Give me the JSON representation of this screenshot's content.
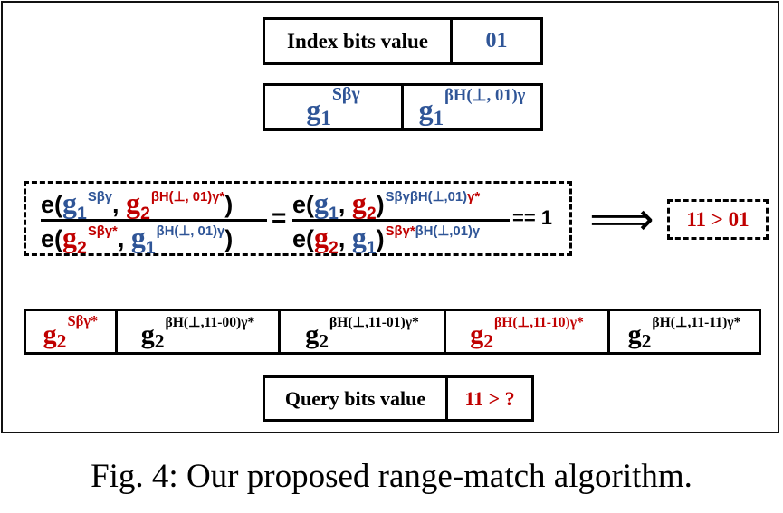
{
  "index_box": {
    "label": "Index bits value",
    "value": "01"
  },
  "token_box": {
    "cell1": {
      "base": "g",
      "sub": "1",
      "sup": "Sβγ"
    },
    "cell2": {
      "base": "g",
      "sub": "1",
      "sup": "βH(⊥, 01)γ"
    }
  },
  "equation": {
    "e_open": "e(",
    "comma": ", ",
    "close": ")",
    "num_left": {
      "t1_base": "g",
      "t1_sub": "1",
      "t1_sup": "Sβγ",
      "t2_base": "g",
      "t2_sub": "2",
      "t2_sup": "βH(⊥, 01)γ*"
    },
    "den_left": {
      "t1_base": "g",
      "t1_sub": "2",
      "t1_sup": "Sβγ*",
      "t2_base": "g",
      "t2_sub": "1",
      "t2_sup": "βH(⊥, 01)γ"
    },
    "equals": "=",
    "num_right": {
      "t1_base": "g",
      "t1_sub": "1",
      "t2_base": "g",
      "t2_sub": "2",
      "sup_blue": "SβγβH(⊥,01)",
      "sup_red": "γ*"
    },
    "den_right": {
      "t1_base": "g",
      "t1_sub": "2",
      "t2_base": "g",
      "t2_sub": "1",
      "sup_red": "Sβγ*",
      "sup_blue": "βH(⊥,01)γ"
    },
    "result": "== 1"
  },
  "arrow": "⟹",
  "result_box": {
    "label": "11 > 01"
  },
  "query_row": [
    {
      "base": "g",
      "sub": "2",
      "sup": "Sβγ*",
      "color": "red"
    },
    {
      "base": "g",
      "sub": "2",
      "sup": "βH(⊥,11-00)γ*",
      "color": "black"
    },
    {
      "base": "g",
      "sub": "2",
      "sup": "βH(⊥,11-01)γ*",
      "color": "black"
    },
    {
      "base": "g",
      "sub": "2",
      "sup": "βH(⊥,11-10)γ*",
      "color": "red"
    },
    {
      "base": "g",
      "sub": "2",
      "sup": "βH(⊥,11-11)γ*",
      "color": "black"
    }
  ],
  "query_box": {
    "label": "Query bits value",
    "value": "11 > ?"
  },
  "caption": "Fig. 4: Our proposed range-match algorithm.",
  "colors": {
    "blue": "#2f5597",
    "red": "#c00000",
    "black": "#000000"
  }
}
